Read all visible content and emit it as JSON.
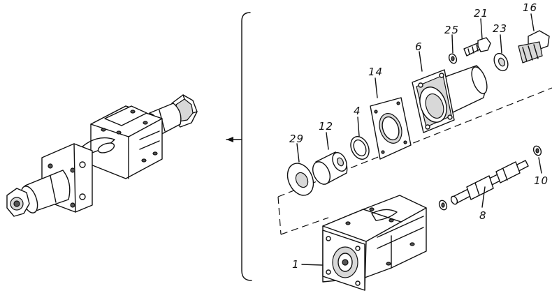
{
  "callouts": [
    {
      "id": "p1",
      "label": "1"
    },
    {
      "id": "p4",
      "label": "4"
    },
    {
      "id": "p6",
      "label": "6"
    },
    {
      "id": "p8",
      "label": "8"
    },
    {
      "id": "p10",
      "label": "10"
    },
    {
      "id": "p12",
      "label": "12"
    },
    {
      "id": "p14",
      "label": "14"
    },
    {
      "id": "p16",
      "label": "16"
    },
    {
      "id": "p21",
      "label": "21"
    },
    {
      "id": "p23",
      "label": "23"
    },
    {
      "id": "p25",
      "label": "25"
    },
    {
      "id": "p29",
      "label": "29"
    }
  ]
}
